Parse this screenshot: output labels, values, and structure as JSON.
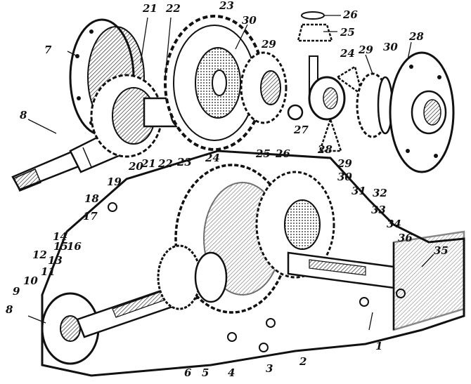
{
  "colors": {
    "ink": "#111111",
    "paper": "#ffffff",
    "shade": "#8a8a8a"
  },
  "labels": {
    "l1": "1",
    "l2": "2",
    "l3": "3",
    "l4": "4",
    "l5": "5",
    "l6": "6",
    "l7": "7",
    "l8a": "8",
    "l8b": "8",
    "l9": "9",
    "l10": "10",
    "l11": "11",
    "l12": "12",
    "l13": "13",
    "l14": "14",
    "l15": "15",
    "l16": "16",
    "l17": "17",
    "l18": "18",
    "l19": "19",
    "l20": "20",
    "l21a": "21",
    "l22a": "22",
    "l23a": "23",
    "l30a": "30",
    "l29a": "29",
    "l26a": "26",
    "l25a": "25",
    "l24a": "24",
    "l29b": "29",
    "l30b": "30",
    "l28a": "28",
    "l27": "27",
    "l21b": "21",
    "l22b": "22",
    "l23b": "23",
    "l24b": "24",
    "l25b": "25",
    "l26b": "26",
    "l28b": "28",
    "l29c": "29",
    "l30c": "30",
    "l31": "31",
    "l32": "32",
    "l33": "33",
    "l34": "34",
    "l35": "35",
    "l36": "36"
  }
}
